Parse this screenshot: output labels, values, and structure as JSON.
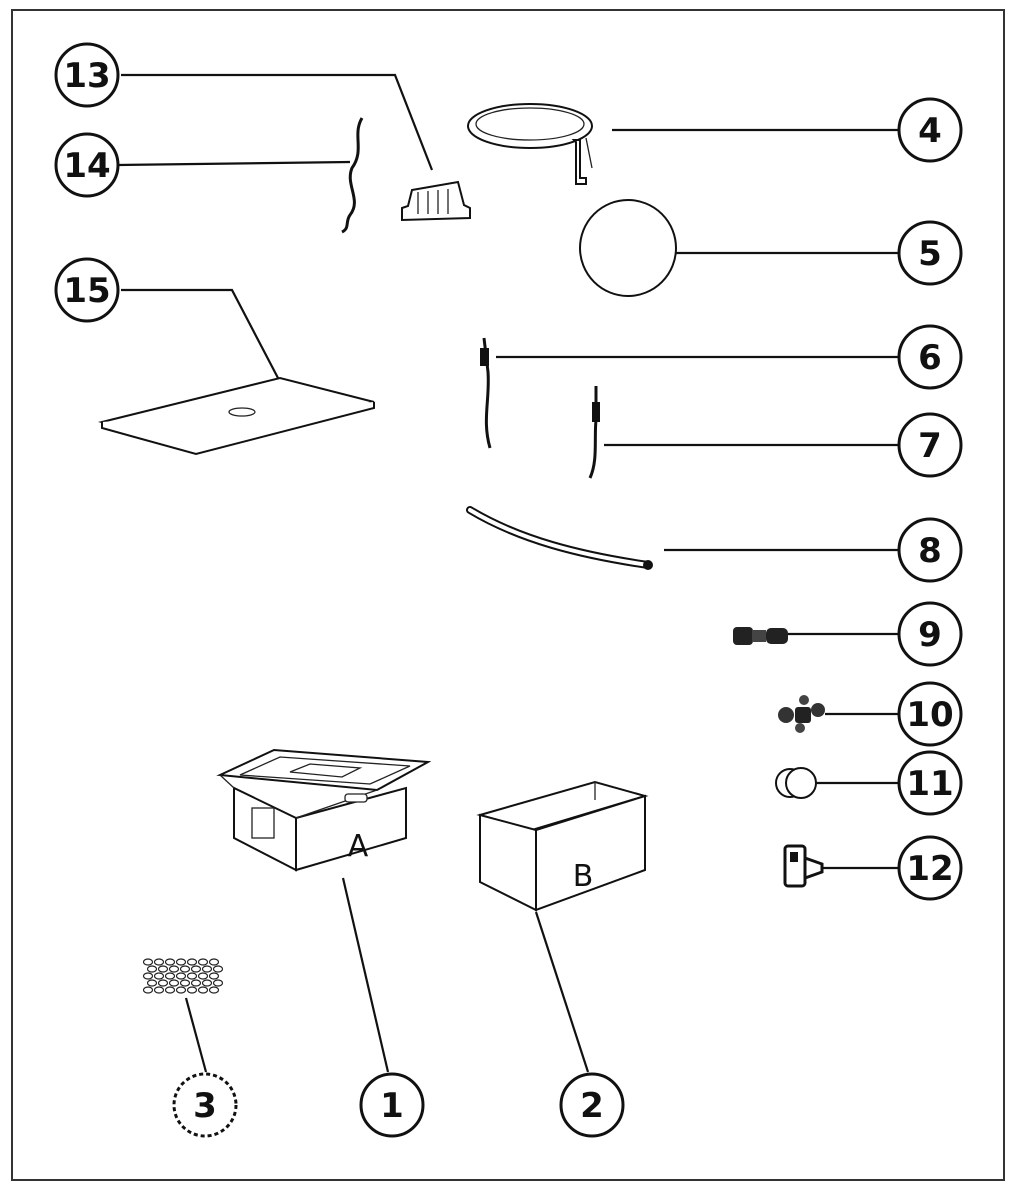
{
  "colors": {
    "ink": "#111111",
    "background": "#ffffff"
  },
  "callouts": [
    {
      "id": "1",
      "label": "1"
    },
    {
      "id": "2",
      "label": "2"
    },
    {
      "id": "3",
      "label": "3"
    },
    {
      "id": "4",
      "label": "4"
    },
    {
      "id": "5",
      "label": "5"
    },
    {
      "id": "6",
      "label": "6"
    },
    {
      "id": "7",
      "label": "7"
    },
    {
      "id": "8",
      "label": "8"
    },
    {
      "id": "9",
      "label": "9"
    },
    {
      "id": "10",
      "label": "10"
    },
    {
      "id": "11",
      "label": "11"
    },
    {
      "id": "12",
      "label": "12"
    },
    {
      "id": "13",
      "label": "13"
    },
    {
      "id": "14",
      "label": "14"
    },
    {
      "id": "15",
      "label": "15"
    }
  ],
  "box_letters": {
    "a": "A",
    "b": "B"
  }
}
